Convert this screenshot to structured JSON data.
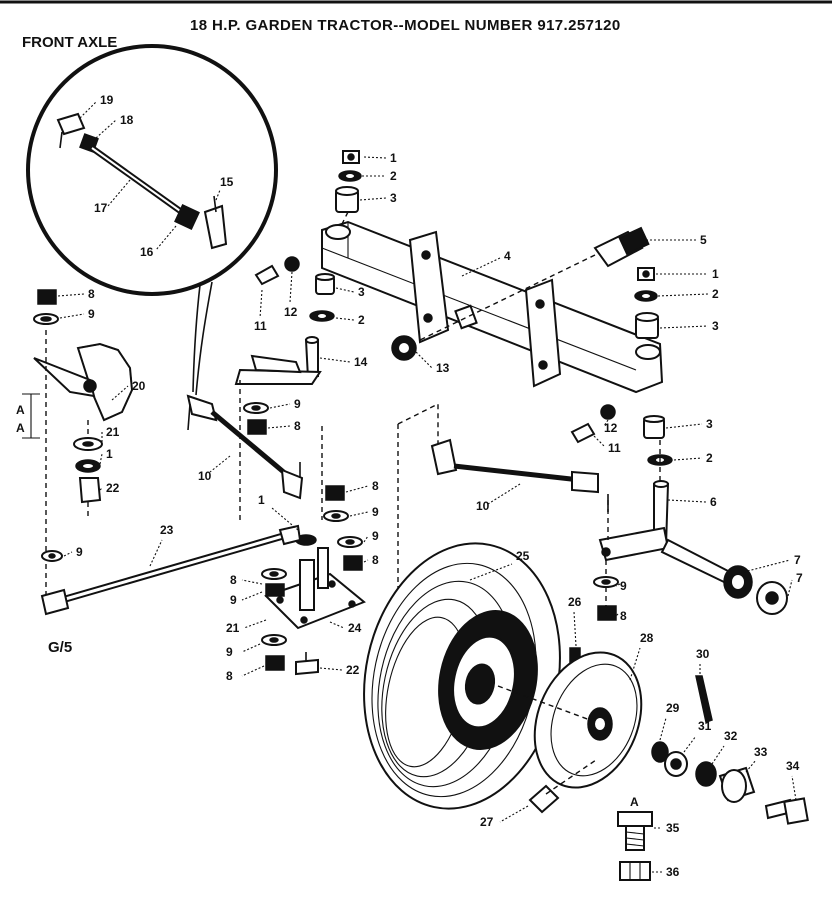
{
  "title": "18 H.P. GARDEN TRACTOR--MODEL NUMBER 917.257120",
  "section_label": "FRONT AXLE",
  "page_code": "G/5",
  "bolt_letter": "A",
  "side_letters": [
    "A",
    "A"
  ],
  "callouts": [
    {
      "id": "c1a",
      "text": "1"
    },
    {
      "id": "c2a",
      "text": "2"
    },
    {
      "id": "c3a",
      "text": "3"
    },
    {
      "id": "c4",
      "text": "4"
    },
    {
      "id": "c5",
      "text": "5"
    },
    {
      "id": "c1b",
      "text": "1"
    },
    {
      "id": "c2b",
      "text": "2"
    },
    {
      "id": "c3b",
      "text": "3"
    },
    {
      "id": "c3c",
      "text": "3"
    },
    {
      "id": "c2c",
      "text": "2"
    },
    {
      "id": "c11a",
      "text": "11"
    },
    {
      "id": "c12a",
      "text": "12"
    },
    {
      "id": "c13",
      "text": "13"
    },
    {
      "id": "c14",
      "text": "14"
    },
    {
      "id": "c12b",
      "text": "12"
    },
    {
      "id": "c11b",
      "text": "11"
    },
    {
      "id": "c3d",
      "text": "3"
    },
    {
      "id": "c2d",
      "text": "2"
    },
    {
      "id": "c6",
      "text": "6"
    },
    {
      "id": "c7a",
      "text": "7"
    },
    {
      "id": "c7b",
      "text": "7"
    },
    {
      "id": "c8a",
      "text": "8"
    },
    {
      "id": "c9a",
      "text": "9"
    },
    {
      "id": "c20",
      "text": "20"
    },
    {
      "id": "c21a",
      "text": "21"
    },
    {
      "id": "c1c",
      "text": "1"
    },
    {
      "id": "c22a",
      "text": "22"
    },
    {
      "id": "c9b",
      "text": "9"
    },
    {
      "id": "c8b",
      "text": "8"
    },
    {
      "id": "c10a",
      "text": "10"
    },
    {
      "id": "c10b",
      "text": "10"
    },
    {
      "id": "c8c",
      "text": "8"
    },
    {
      "id": "c9c",
      "text": "9"
    },
    {
      "id": "c9d",
      "text": "9"
    },
    {
      "id": "c8d",
      "text": "8"
    },
    {
      "id": "c1d",
      "text": "1"
    },
    {
      "id": "c23",
      "text": "23"
    },
    {
      "id": "c9e",
      "text": "9"
    },
    {
      "id": "c8e",
      "text": "8"
    },
    {
      "id": "c9f",
      "text": "9"
    },
    {
      "id": "c21b",
      "text": "21"
    },
    {
      "id": "c24",
      "text": "24"
    },
    {
      "id": "c9g",
      "text": "9"
    },
    {
      "id": "c8f",
      "text": "8"
    },
    {
      "id": "c22b",
      "text": "22"
    },
    {
      "id": "c9h",
      "text": "9"
    },
    {
      "id": "c8g",
      "text": "8"
    },
    {
      "id": "c25",
      "text": "25"
    },
    {
      "id": "c26",
      "text": "26"
    },
    {
      "id": "c28",
      "text": "28"
    },
    {
      "id": "c30",
      "text": "30"
    },
    {
      "id": "c29",
      "text": "29"
    },
    {
      "id": "c31",
      "text": "31"
    },
    {
      "id": "c32",
      "text": "32"
    },
    {
      "id": "c33",
      "text": "33"
    },
    {
      "id": "c34",
      "text": "34"
    },
    {
      "id": "c27",
      "text": "27"
    },
    {
      "id": "c35",
      "text": "35"
    },
    {
      "id": "c36",
      "text": "36"
    },
    {
      "id": "c19",
      "text": "19"
    },
    {
      "id": "c18",
      "text": "18"
    },
    {
      "id": "c15",
      "text": "15"
    },
    {
      "id": "c17",
      "text": "17"
    },
    {
      "id": "c16",
      "text": "16"
    }
  ]
}
